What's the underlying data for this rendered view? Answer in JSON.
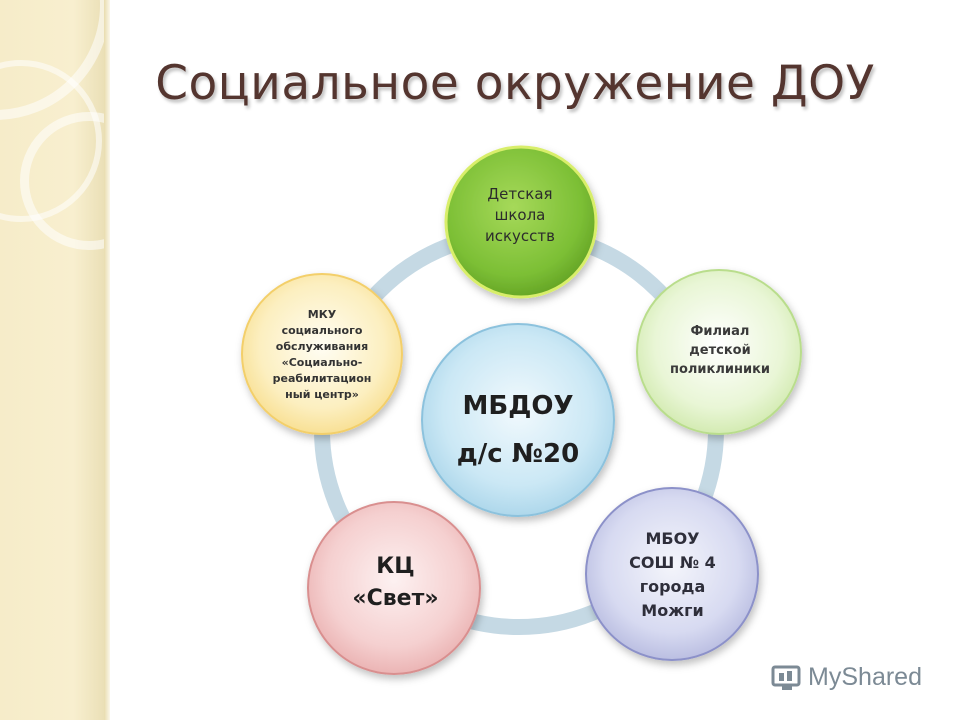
{
  "title": "Социальное окружение ДОУ",
  "center": {
    "line1": "МБДОУ",
    "line2": "д/с №20"
  },
  "nodes": {
    "art_school": "Детская\nшкола\nискусств",
    "clinic": "Филиал\nдетской\nполиклиники",
    "school": "МБОУ\nСОШ № 4\nгорода\nМожги",
    "culture_center": "КЦ\n«Свет»",
    "mku": "МКУ\nсоциального\nобслуживания\n«Социально-\nреабилитацион\nный центр»"
  },
  "watermark": {
    "text": "MyShared",
    "icon": "myshared-logo-icon"
  },
  "colors": {
    "ring": "#c8dbe6",
    "title": "#54352f",
    "art_school": "#7cbf35",
    "clinic": "#d4ecb0",
    "school": "#c5c9ea",
    "culture_center": "#f2c4c4",
    "mku": "#fbe7a6",
    "center": "#bfe2f2"
  }
}
